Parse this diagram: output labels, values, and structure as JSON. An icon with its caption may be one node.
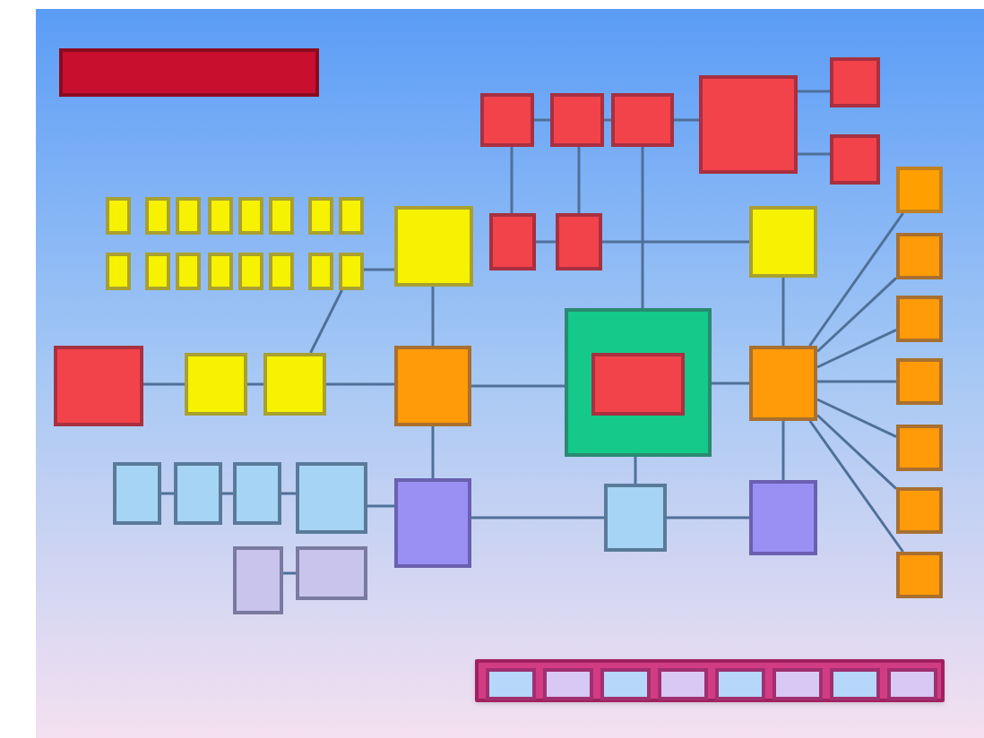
{
  "diagram": {
    "nodes": [
      {
        "text": [],
        "shape": "box"
      },
      {
        "text": [],
        "shape": "box"
      },
      {
        "text": [],
        "shape": "box"
      },
      {
        "text": [],
        "shape": "box"
      },
      {
        "text": [],
        "shape": "box"
      },
      {
        "text": [],
        "shape": "box"
      },
      {
        "text": [],
        "shape": "box"
      },
      {
        "text": [],
        "shape": "box"
      },
      {
        "text": [],
        "shape": "box"
      },
      {
        "text": [],
        "shape": "box"
      },
      {
        "text": [],
        "shape": "box"
      },
      {
        "text": [],
        "shape": "box"
      },
      {
        "text": [],
        "shape": "box"
      },
      {
        "text": [],
        "shape": "box"
      },
      {
        "text": [],
        "shape": "box"
      },
      {
        "text": [],
        "shape": "box"
      },
      {
        "text": [],
        "shape": "box"
      },
      {
        "text": [],
        "shape": "box"
      },
      {
        "text": [],
        "shape": "box"
      },
      {
        "text": [],
        "shape": "box"
      },
      {
        "text": [],
        "shape": "box"
      },
      {
        "text": [],
        "shape": "box"
      },
      {
        "text": [],
        "shape": "box"
      },
      {
        "text": [],
        "shape": "box"
      },
      {
        "text": [],
        "shape": "box"
      },
      {
        "text": [],
        "shape": "box"
      },
      {
        "text": [],
        "shape": "box"
      },
      {
        "text": [],
        "shape": "box"
      },
      {
        "text": [],
        "shape": "box"
      },
      {
        "text": [],
        "shape": "box"
      },
      {
        "text": [],
        "shape": "box"
      },
      {
        "text": [],
        "shape": "box"
      },
      {
        "text": [],
        "shape": "box"
      },
      {
        "text": [],
        "shape": "box"
      },
      {
        "text": [],
        "shape": "box"
      },
      {
        "text": [],
        "shape": "box"
      },
      {
        "text": [],
        "shape": "box"
      },
      {
        "text": [],
        "shape": "box"
      },
      {
        "text": [],
        "shape": "box"
      },
      {
        "text": [],
        "shape": "box",
        "in": 38
      },
      {
        "text": [],
        "shape": "box"
      },
      {
        "text": [],
        "shape": "box"
      },
      {
        "text": [],
        "shape": "box"
      },
      {
        "text": [],
        "shape": "box"
      },
      {
        "text": [],
        "shape": "box"
      },
      {
        "text": [],
        "shape": "box"
      },
      {
        "text": [],
        "shape": "box"
      },
      {
        "text": [],
        "shape": "box"
      },
      {
        "text": [],
        "shape": "box"
      },
      {
        "text": [],
        "shape": "box"
      },
      {
        "text": [],
        "shape": "bar"
      },
      {
        "text": [],
        "shape": "box",
        "in": 50
      },
      {
        "text": [],
        "shape": "box",
        "in": 50
      },
      {
        "text": [],
        "shape": "box",
        "in": 50
      },
      {
        "text": [],
        "shape": "box",
        "in": 50
      },
      {
        "text": [],
        "shape": "box",
        "in": 50
      },
      {
        "text": [],
        "shape": "box",
        "in": 50
      },
      {
        "text": [],
        "shape": "box",
        "in": 50
      },
      {
        "text": [],
        "shape": "box",
        "in": 50
      }
    ],
    "edges": [
      {
        "from": 34,
        "to": 35,
        "arrow": "none"
      },
      {
        "from": 35,
        "to": 36,
        "arrow": "none"
      },
      {
        "from": 36,
        "to": 37,
        "arrow": "none"
      },
      {
        "from": 37,
        "to": 38,
        "arrow": "none"
      },
      {
        "from": 38,
        "to": 40,
        "arrow": "none"
      },
      {
        "from": 40,
        "to": 27,
        "arrow": "none"
      },
      {
        "from": 40,
        "to": 28,
        "arrow": "none"
      },
      {
        "from": 40,
        "to": 29,
        "arrow": "none"
      },
      {
        "from": 40,
        "to": 30,
        "arrow": "none"
      },
      {
        "from": 40,
        "to": 31,
        "arrow": "none"
      },
      {
        "from": 40,
        "to": 32,
        "arrow": "none"
      },
      {
        "from": 40,
        "to": 33,
        "arrow": "none"
      },
      {
        "from": 37,
        "to": 23,
        "arrow": "none"
      },
      {
        "from": 1,
        "to": 2,
        "arrow": "none"
      },
      {
        "from": 2,
        "to": 3,
        "arrow": "none"
      },
      {
        "from": 3,
        "to": 4,
        "arrow": "none"
      },
      {
        "from": 4,
        "to": 5,
        "arrow": "none"
      },
      {
        "from": 4,
        "to": 6,
        "arrow": "none"
      },
      {
        "from": 1,
        "to": 24,
        "arrow": "none"
      },
      {
        "from": 2,
        "to": 25,
        "arrow": "none"
      },
      {
        "from": 3,
        "to": 38,
        "arrow": "none"
      },
      {
        "from": 24,
        "to": 25,
        "arrow": "none"
      },
      {
        "from": 25,
        "to": 26,
        "arrow": "none"
      },
      {
        "from": 26,
        "to": 40,
        "arrow": "none"
      },
      {
        "from": 37,
        "to": 45,
        "arrow": "none"
      },
      {
        "from": 45,
        "to": 46,
        "arrow": "none"
      },
      {
        "from": 46,
        "to": 47,
        "arrow": "none"
      },
      {
        "from": 38,
        "to": 46,
        "arrow": "none"
      },
      {
        "from": 40,
        "to": 47,
        "arrow": "none"
      },
      {
        "from": 41,
        "to": 42,
        "arrow": "none"
      },
      {
        "from": 42,
        "to": 43,
        "arrow": "none"
      },
      {
        "from": 43,
        "to": 44,
        "arrow": "none"
      },
      {
        "from": 44,
        "to": 45,
        "arrow": "none"
      },
      {
        "from": 48,
        "to": 49,
        "arrow": "none"
      },
      {
        "from": 22,
        "to": 23,
        "arrow": "none"
      },
      {
        "from": 22,
        "to": 36,
        "arrow": "none"
      }
    ]
  }
}
